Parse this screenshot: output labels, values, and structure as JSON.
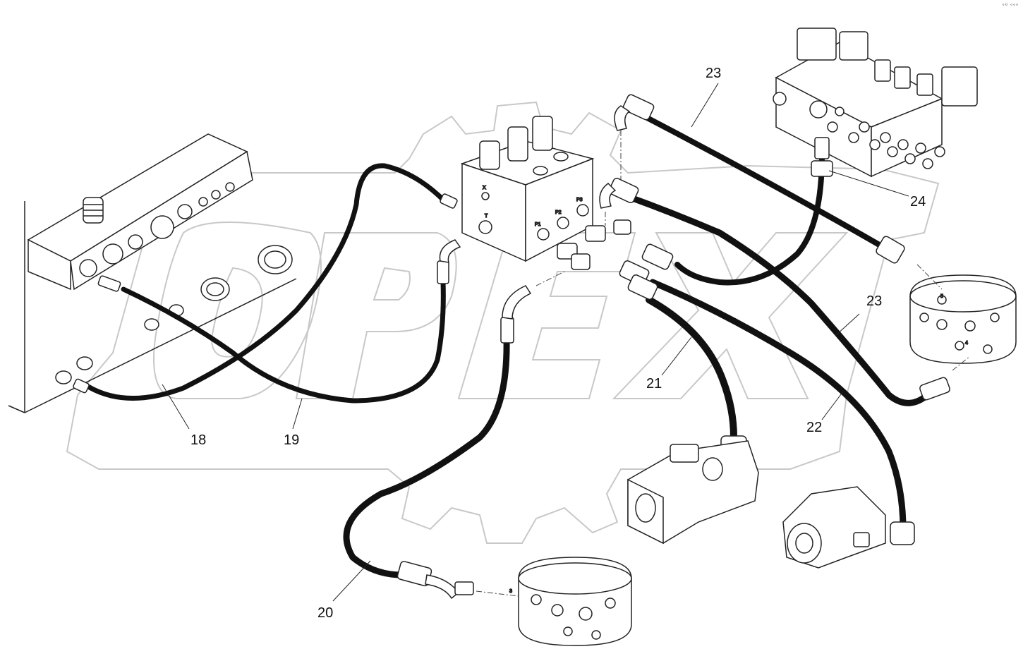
{
  "watermark": {
    "text": "OPEX",
    "color": "#c8c8c8"
  },
  "corner_mark": "ᵒᴰ ᵒᵒᵒ",
  "callouts": {
    "c18": "18",
    "c19": "19",
    "c20": "20",
    "c21": "21",
    "c22": "22",
    "c23a": "23",
    "c23b": "23",
    "c24": "24"
  },
  "ring_labels": {
    "r3": "3",
    "r4": "4",
    "r5": "5"
  },
  "port_labels": {
    "p1": "P1",
    "p2": "P2",
    "p3": "P3",
    "t": "T",
    "x": "X"
  },
  "colors": {
    "hose": "#111111",
    "line": "#222222",
    "part_fill": "#ffffff"
  }
}
